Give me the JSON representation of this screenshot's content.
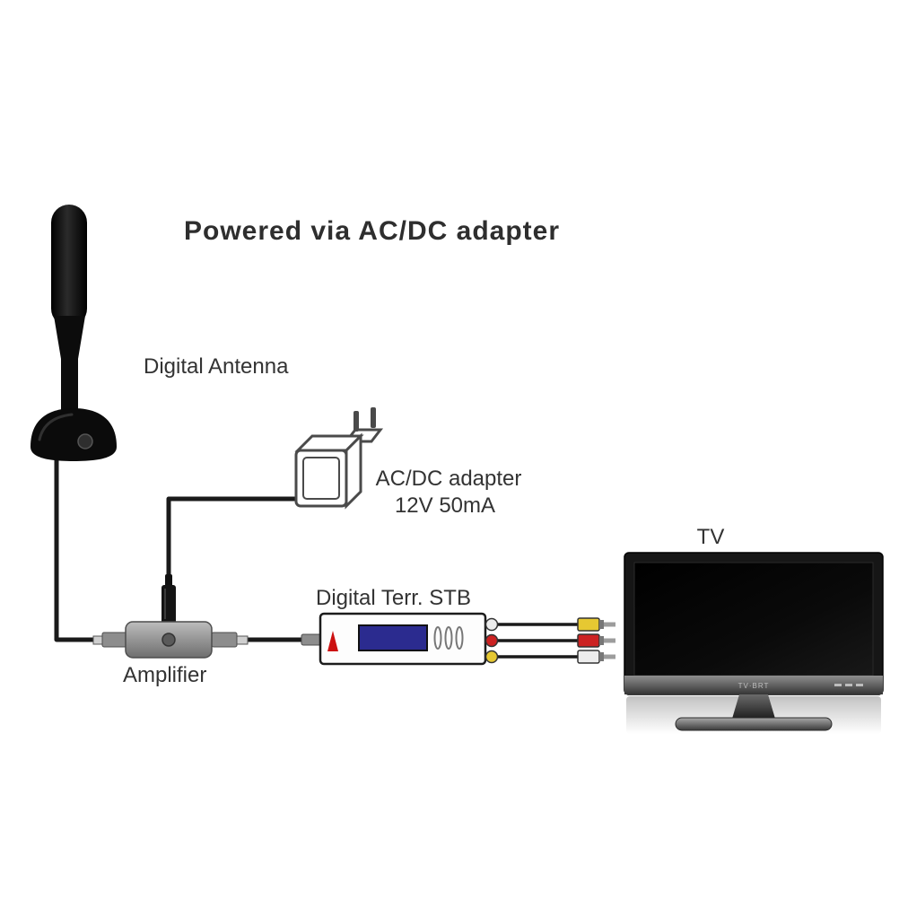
{
  "diagram": {
    "title": "Powered  via AC/DC adapter",
    "nodes": {
      "antenna": {
        "label": "Digital Antenna"
      },
      "adapter": {
        "label": "AC/DC adapter",
        "spec": "12V 50mA"
      },
      "amplifier": {
        "label": "Amplifier"
      },
      "stb": {
        "label": "Digital Terr. STB"
      },
      "tv": {
        "label": "TV",
        "brand": "TV·BRT"
      }
    },
    "colors": {
      "background": "#ffffff",
      "text": "#2f2f2f",
      "wire": "#1a1a1a",
      "device_black": "#111111",
      "outline_grey": "#4a4a4a",
      "amp_grey": "#9a9a9a",
      "display_blue": "#2b2b8f",
      "led_red": "#cc1111",
      "rca_yellow": "#e6c832",
      "rca_red": "#cc2222",
      "rca_white": "#ececec",
      "tv_bezel": "#161616",
      "tv_screen": "#060606"
    }
  }
}
